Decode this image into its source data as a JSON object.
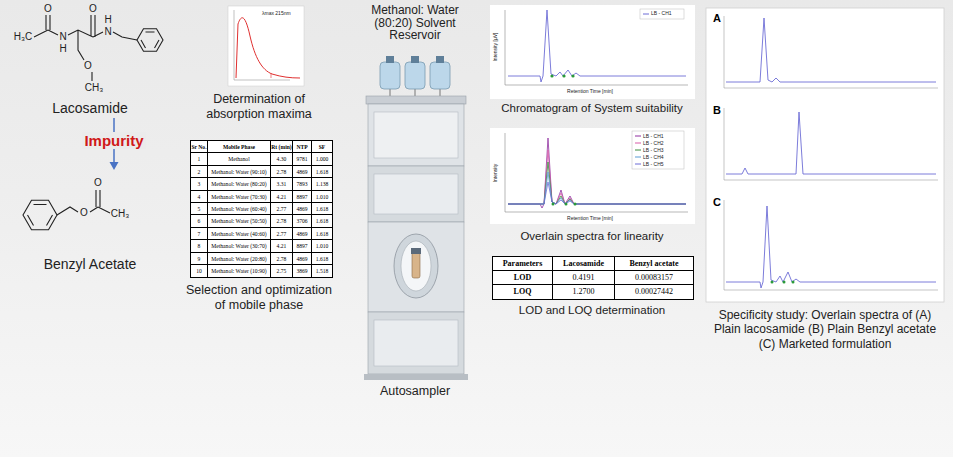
{
  "diagram": {
    "nodes": [
      {
        "text": [
          "Lacosamide"
        ]
      },
      {
        "text": [
          "Benzyl Acetate"
        ]
      }
    ],
    "edges": [
      {
        "from": 0,
        "to": 1,
        "label": "Impurity",
        "arrow": "to"
      }
    ],
    "labels": [
      "H₃C",
      "O",
      "N",
      "H",
      "O",
      "N",
      "H",
      "O",
      "CH₃",
      "O",
      "O",
      "CH₃",
      "λmax 215nm",
      "Determination of absorption maxima",
      "Sr No.",
      "Mobile Phase",
      "Rt (min)",
      "NTP",
      "SF",
      "1",
      "Methanol",
      "4.30",
      "9781",
      "1.000",
      "2",
      "Methanol: Water (90:10)",
      "2.78",
      "4869",
      "1.618",
      "3",
      "Methanol: Water (80:20)",
      "3.31",
      "7893",
      "1.138",
      "4",
      "Methanol: Water (70:30)",
      "4.21",
      "8897",
      "1.010",
      "5",
      "Methanol: Water (60:40)",
      "2.77",
      "4869",
      "1.618",
      "6",
      "Methanol: Water (50:50)",
      "2.78",
      "3706",
      "1.618",
      "7",
      "Methanol: Water (40:60)",
      "2.77",
      "4869",
      "1.618",
      "8",
      "Methanol: Water (30:70)",
      "4.21",
      "8897",
      "1.010",
      "9",
      "Methanol: Water (20:80)",
      "2.78",
      "4869",
      "1.618",
      "10",
      "Methanol: Water (10:90)",
      "2.75",
      "3869",
      "1.518",
      "Selection and optimization of mobile phase",
      "Methanol: Water (80:20) Solvent Reservoir",
      "Autosampler",
      "LB - CH1",
      "Intensity [µV]",
      "Retention Time [min]",
      "Chromatogram of System suitability",
      "LB - CH1",
      "LB - CH2",
      "LB - CH3",
      "LB - CH4",
      "LB - CH5",
      "Intensity",
      "Retention Time [min]",
      "Overlain spectra for linearity",
      "Parameters",
      "Lacosamide",
      "Benzyl acetate",
      "LOD",
      "0.4191",
      "0.00083157",
      "LOQ",
      "1.2700",
      "0.00027442",
      "LOD and LOQ determination",
      "A",
      "B",
      "C",
      "Specificity study: Overlain spectra of (A) Plain lacosamide (B) Plain Benzyl acetate (C) Marketed formulation"
    ]
  }
}
